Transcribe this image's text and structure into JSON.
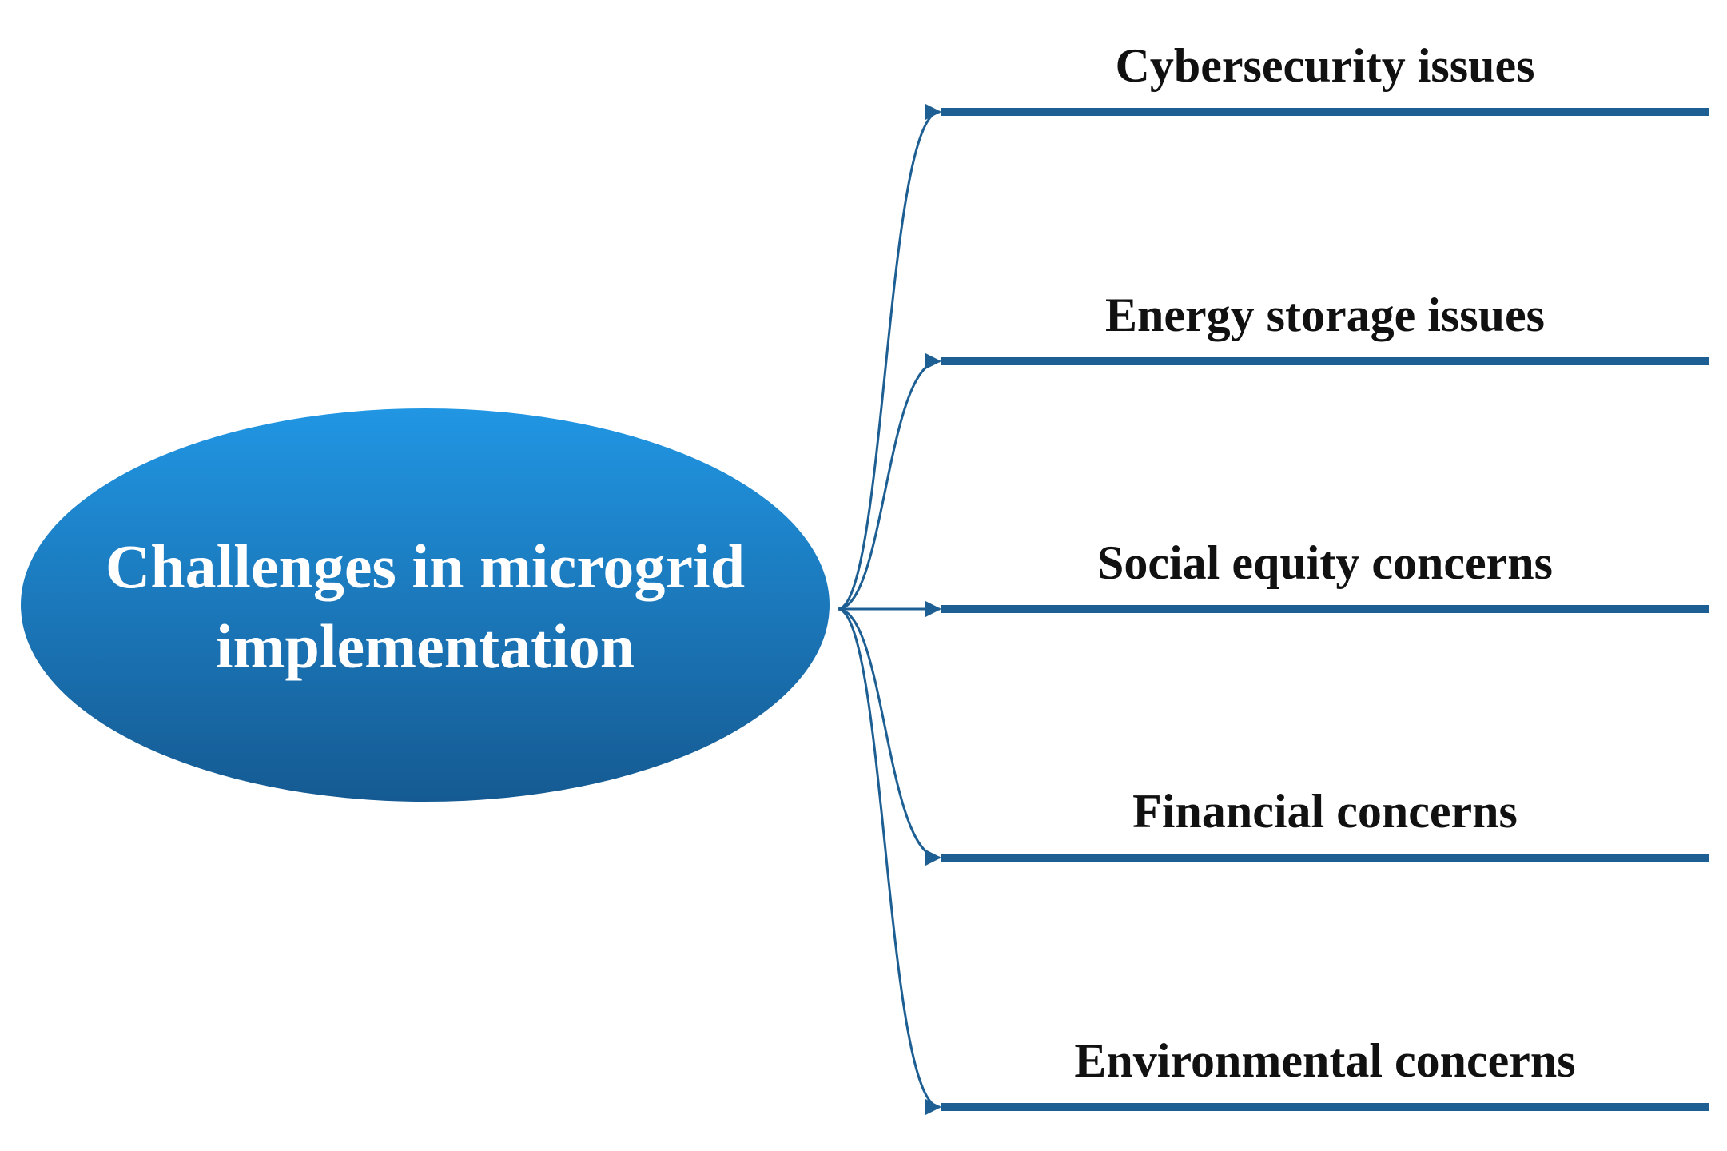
{
  "central": {
    "line1": "Challenges in microgrid",
    "line2": "implementation"
  },
  "branches": [
    {
      "label": "Cybersecurity issues"
    },
    {
      "label": "Energy storage issues"
    },
    {
      "label": "Social equity concerns"
    },
    {
      "label": "Financial concerns"
    },
    {
      "label": "Environmental concerns"
    }
  ],
  "colors": {
    "ellipse_top": "#2196e3",
    "ellipse_bottom": "#155a92",
    "connector": "#1e5f93",
    "underline": "#1e5f93"
  }
}
